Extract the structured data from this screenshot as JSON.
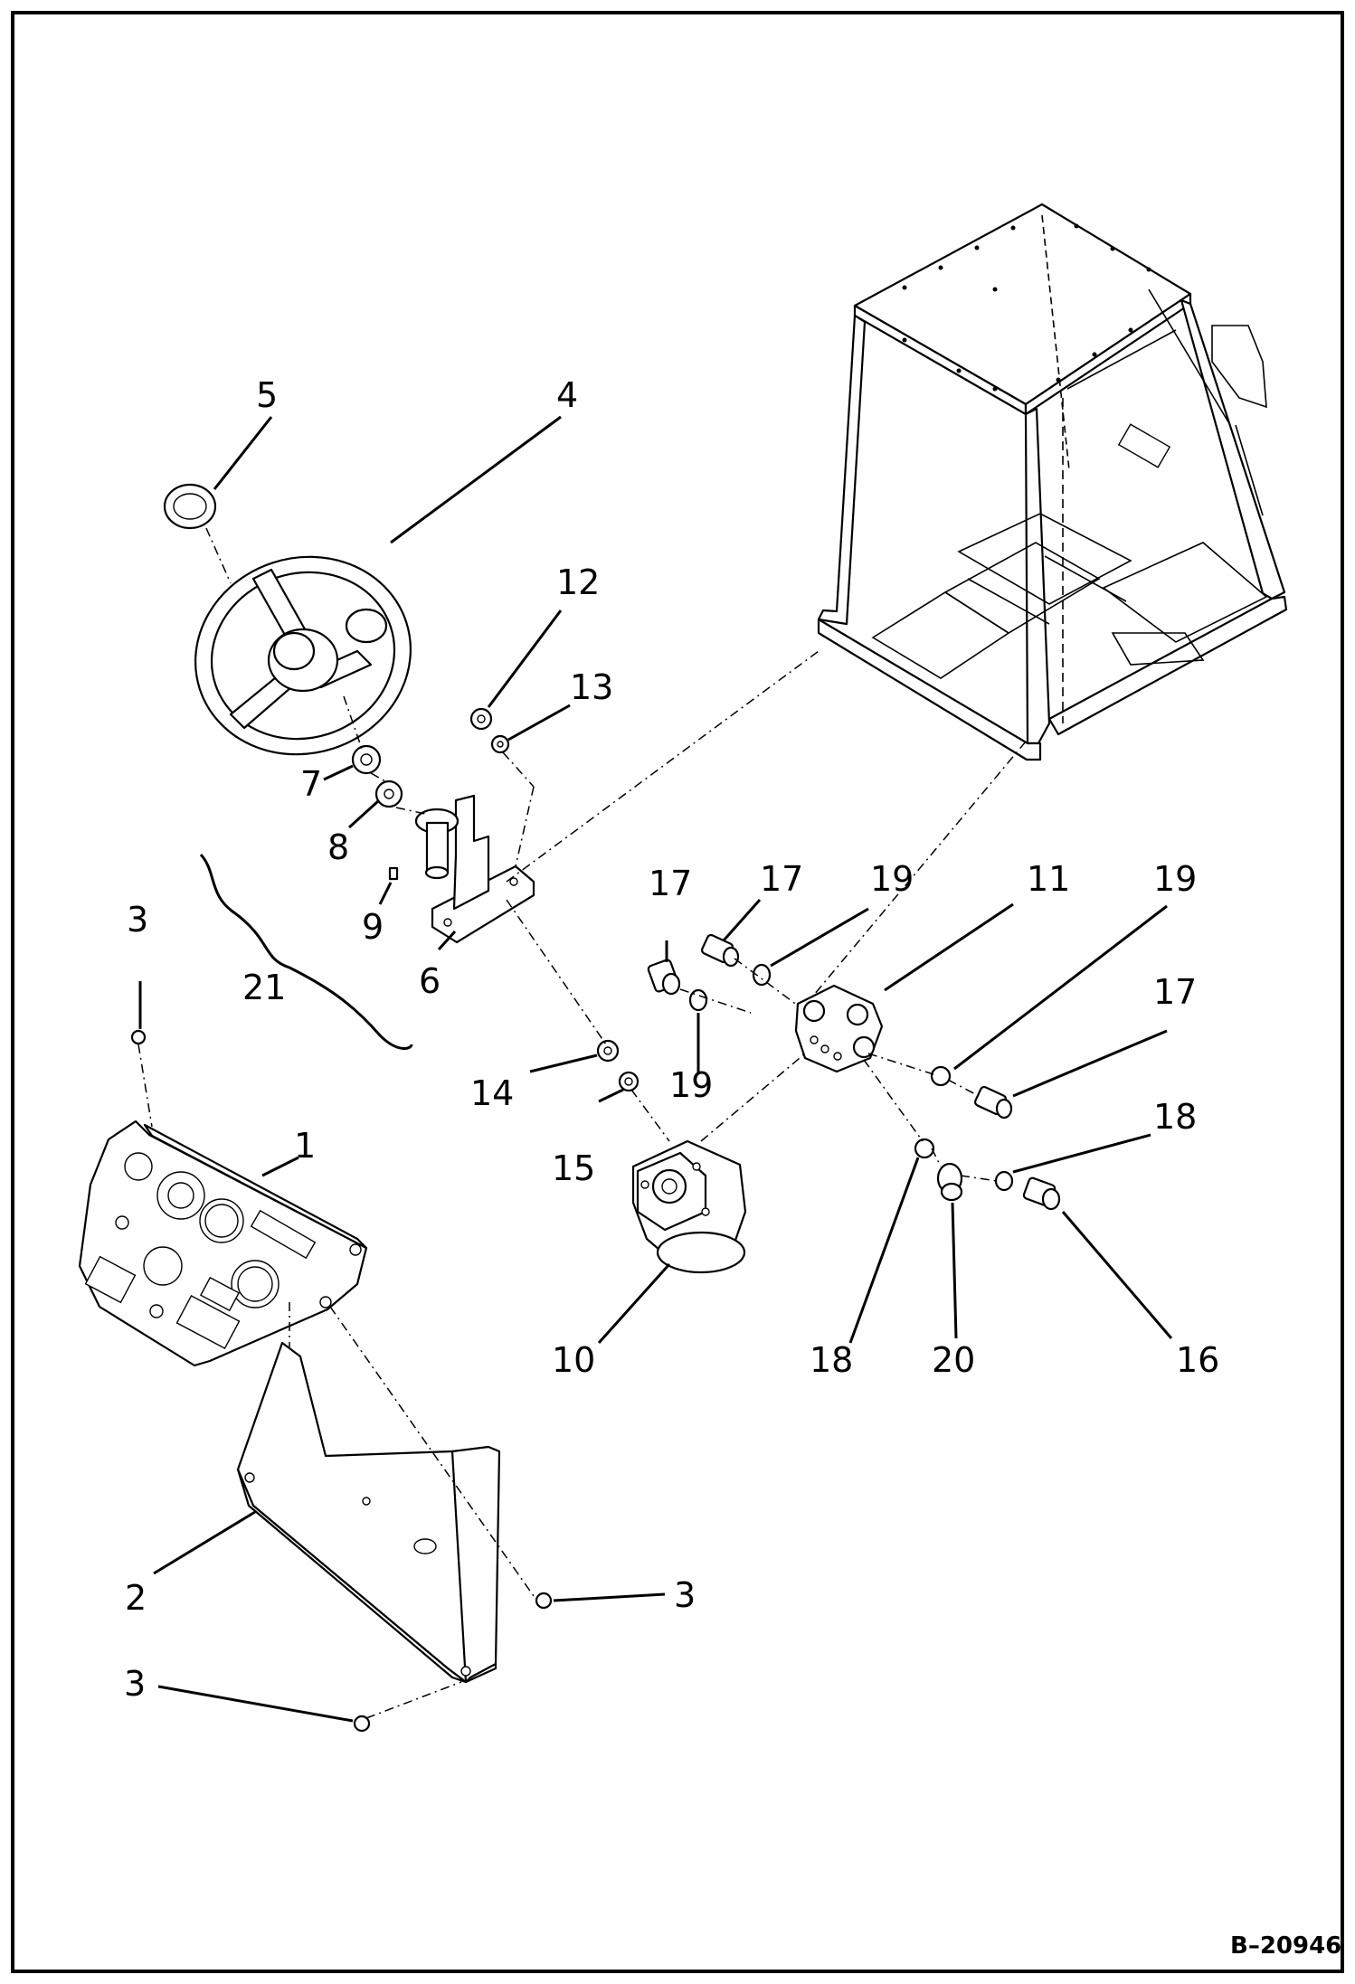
{
  "drawing_number": "B–20946",
  "parts": [
    {
      "id": "part-1",
      "callout": "1",
      "name": "instrument-panel"
    },
    {
      "id": "part-2",
      "callout": "2",
      "name": "steering-column-cover"
    },
    {
      "id": "part-3a",
      "callout": "3",
      "name": "nut-upper-left"
    },
    {
      "id": "part-3b",
      "callout": "3",
      "name": "nut-right"
    },
    {
      "id": "part-3c",
      "callout": "3",
      "name": "nut-lower"
    },
    {
      "id": "part-4",
      "callout": "4",
      "name": "steering-wheel"
    },
    {
      "id": "part-5",
      "callout": "5",
      "name": "horn-cap"
    },
    {
      "id": "part-6",
      "callout": "6",
      "name": "steering-column"
    },
    {
      "id": "part-7",
      "callout": "7",
      "name": "wheel-nut"
    },
    {
      "id": "part-8",
      "callout": "8",
      "name": "washer"
    },
    {
      "id": "part-9",
      "callout": "9",
      "name": "key"
    },
    {
      "id": "part-10",
      "callout": "10",
      "name": "steering-unit"
    },
    {
      "id": "part-11",
      "callout": "11",
      "name": "hydraulic-manifold"
    },
    {
      "id": "part-12",
      "callout": "12",
      "name": "nut"
    },
    {
      "id": "part-13",
      "callout": "13",
      "name": "lock-washer"
    },
    {
      "id": "part-14",
      "callout": "14",
      "name": "lock-washer"
    },
    {
      "id": "part-15",
      "callout": "15",
      "name": "bolt"
    },
    {
      "id": "part-16",
      "callout": "16",
      "name": "fitting"
    },
    {
      "id": "part-17a",
      "callout": "17",
      "name": "fitting"
    },
    {
      "id": "part-17b",
      "callout": "17",
      "name": "fitting"
    },
    {
      "id": "part-17c",
      "callout": "17",
      "name": "fitting"
    },
    {
      "id": "part-18a",
      "callout": "18",
      "name": "o-ring"
    },
    {
      "id": "part-18b",
      "callout": "18",
      "name": "o-ring"
    },
    {
      "id": "part-19a",
      "callout": "19",
      "name": "o-ring"
    },
    {
      "id": "part-19b",
      "callout": "19",
      "name": "o-ring"
    },
    {
      "id": "part-19c",
      "callout": "19",
      "name": "o-ring"
    },
    {
      "id": "part-20",
      "callout": "20",
      "name": "fitting"
    },
    {
      "id": "part-21",
      "callout": "21",
      "name": "steering-wheel-assembly-bracket"
    }
  ],
  "structure": {
    "name": "operator-cab-frame"
  }
}
